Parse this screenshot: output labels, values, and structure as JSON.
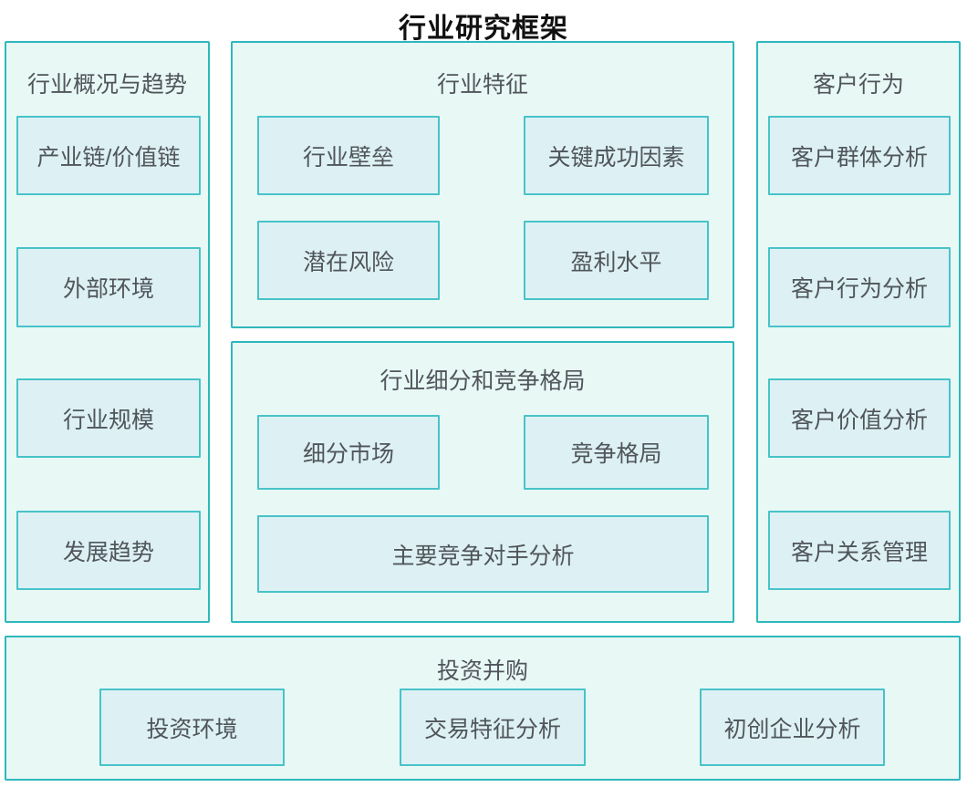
{
  "title": "行业研究框架",
  "colors": {
    "panel_border": "#2eb8bc",
    "panel_fill": "#e8f8f5",
    "node_border": "#47c3c9",
    "node_fill": "#ddf1f4",
    "text": "#50555c",
    "title_text": "#111111"
  },
  "sections": {
    "overview": {
      "title": "行业概况与趋势",
      "items": [
        "产业链/价值链",
        "外部环境",
        "行业规模",
        "发展趋势"
      ]
    },
    "characteristics": {
      "title": "行业特征",
      "items": [
        "行业壁垒",
        "关键成功因素",
        "潜在风险",
        "盈利水平"
      ]
    },
    "segmentation": {
      "title": "行业细分和竞争格局",
      "items": [
        "细分市场",
        "竞争格局"
      ],
      "wide_item": "主要竞争对手分析"
    },
    "customer": {
      "title": "客户行为",
      "items": [
        "客户群体分析",
        "客户行为分析",
        "客户价值分析",
        "客户关系管理"
      ]
    },
    "investment": {
      "title": "投资并购",
      "items": [
        "投资环境",
        "交易特征分析",
        "初创企业分析"
      ]
    }
  }
}
